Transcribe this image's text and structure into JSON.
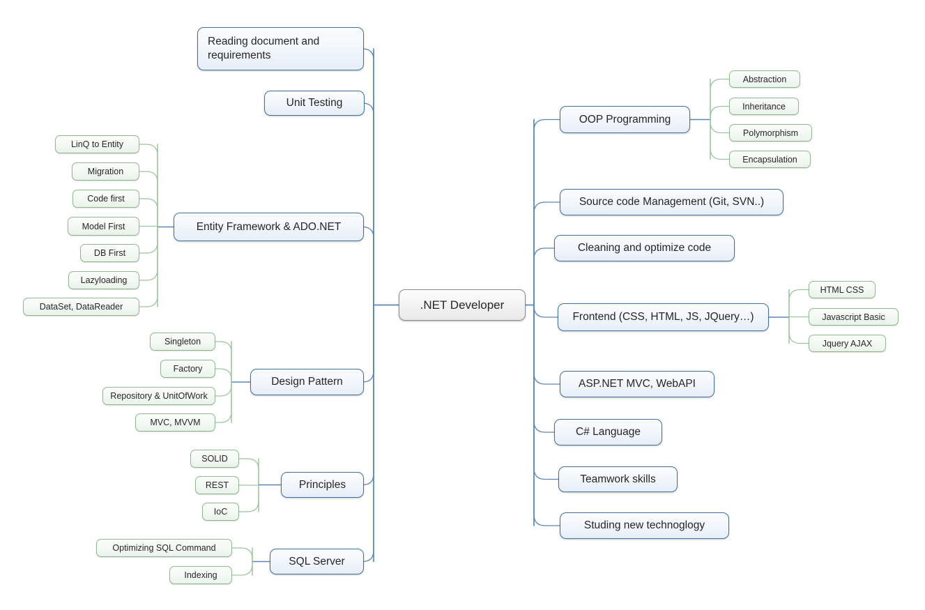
{
  "diagram": {
    "type": "mindmap",
    "title": ".NET Developer",
    "colors": {
      "root_border": "#8c8c8c",
      "root_fill": "#f2f2f2",
      "branch_border": "#44709f",
      "branch_fill": "#eef4fb",
      "leaf_border": "#8fb68f",
      "leaf_fill": "#f2f8f2",
      "branch_link": "#5b86b5",
      "leaf_link": "#9cc49c",
      "text": "#262626",
      "background": "#ffffff"
    }
  },
  "root": {
    "label": ".NET Developer"
  },
  "left_branches": [
    {
      "label": "Reading document and requirements",
      "children": []
    },
    {
      "label": "Unit Testing",
      "children": []
    },
    {
      "label": "Entity Framework & ADO.NET",
      "children": [
        {
          "label": "LinQ to Entity"
        },
        {
          "label": "Migration"
        },
        {
          "label": "Code first"
        },
        {
          "label": "Model First"
        },
        {
          "label": "DB First"
        },
        {
          "label": "Lazyloading"
        },
        {
          "label": "DataSet, DataReader"
        }
      ]
    },
    {
      "label": "Design Pattern",
      "children": [
        {
          "label": "Singleton"
        },
        {
          "label": "Factory"
        },
        {
          "label": "Repository & UnitOfWork"
        },
        {
          "label": "MVC, MVVM"
        }
      ]
    },
    {
      "label": "Principles",
      "children": [
        {
          "label": "SOLID"
        },
        {
          "label": "REST"
        },
        {
          "label": "IoC"
        }
      ]
    },
    {
      "label": "SQL Server",
      "children": [
        {
          "label": "Optimizing SQL Command"
        },
        {
          "label": "Indexing"
        }
      ]
    }
  ],
  "right_branches": [
    {
      "label": "OOP Programming",
      "children": [
        {
          "label": "Abstraction"
        },
        {
          "label": "Inheritance"
        },
        {
          "label": "Polymorphism"
        },
        {
          "label": "Encapsulation"
        }
      ]
    },
    {
      "label": "Source code Management (Git, SVN..)",
      "children": []
    },
    {
      "label": "Cleaning and optimize code",
      "children": []
    },
    {
      "label": "Frontend (CSS, HTML, JS, JQuery…)",
      "children": [
        {
          "label": "HTML CSS"
        },
        {
          "label": "Javascript Basic"
        },
        {
          "label": "Jquery AJAX"
        }
      ]
    },
    {
      "label": "ASP.NET MVC, WebAPI",
      "children": []
    },
    {
      "label": "C# Language",
      "children": []
    },
    {
      "label": "Teamwork skills",
      "children": []
    },
    {
      "label": "Studing new technoglogy",
      "children": []
    }
  ]
}
